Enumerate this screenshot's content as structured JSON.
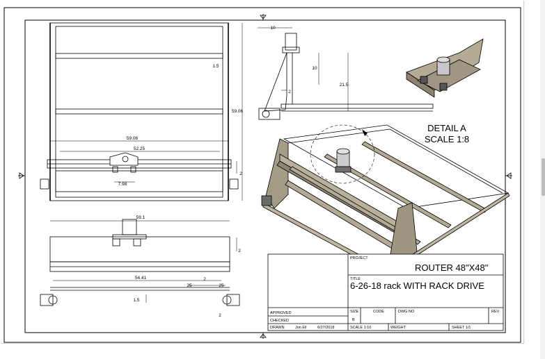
{
  "title_block": {
    "project_label": "PROJECT",
    "project_value": "ROUTER  48\"X48\"",
    "title_label": "TITLE",
    "title_value": "6-26-18 rack WITH RACK DRIVE",
    "approved_label": "APPROVED",
    "checked_label": "CHECKED",
    "drawn_label": "DRAWN",
    "drawn_by": "Jon Ell",
    "drawn_date": "6/27/2018",
    "size_label": "SIZE",
    "size_value": "B",
    "code_label": "CODE",
    "dwg_label": "DWG NO",
    "rev_label": "REV",
    "scale_label": "SCALE 1:10",
    "weight_label": "WEIGHT",
    "sheet_label": "SHEET  1/1"
  },
  "detail": {
    "title": "DETAIL A",
    "scale": "SCALE 1:8"
  },
  "dimensions": {
    "top_view": {
      "width_overall": "59.06",
      "width_inner": "52.25",
      "height_overall": "59.06",
      "offset": "1.5",
      "rail_height": "2",
      "carriage_offset": "7.98"
    },
    "side_view": {
      "width": "10",
      "column_height": "10",
      "overall_height": "21.5",
      "base": "2"
    },
    "front_view": {
      "width": "59.1",
      "span": "54.41",
      "gap_a": "25",
      "gap_b": "25",
      "step": "2",
      "offset": "1.5",
      "end_height": "2",
      "foot": "2"
    }
  }
}
